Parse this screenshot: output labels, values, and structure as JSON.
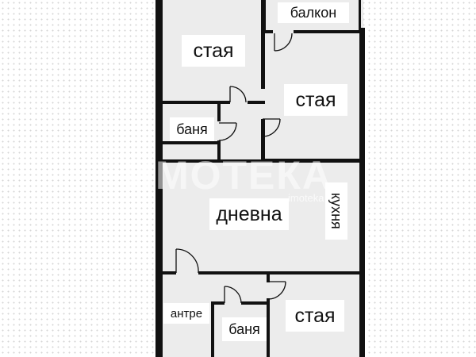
{
  "rooms": {
    "balcony": "балкон",
    "room_1": "стая",
    "room_2": "стая",
    "bathroom_1": "баня",
    "living_room": "дневна",
    "kitchen": "кухня",
    "hallway": "антре",
    "bathroom_2": "баня",
    "room_3": "стая"
  },
  "watermark": {
    "brand": "ИМОТЕКА",
    "site": "imoteka"
  },
  "colors": {
    "wall": "#111111",
    "floor": "#ececec",
    "background_dots": "#d6d6d6"
  }
}
